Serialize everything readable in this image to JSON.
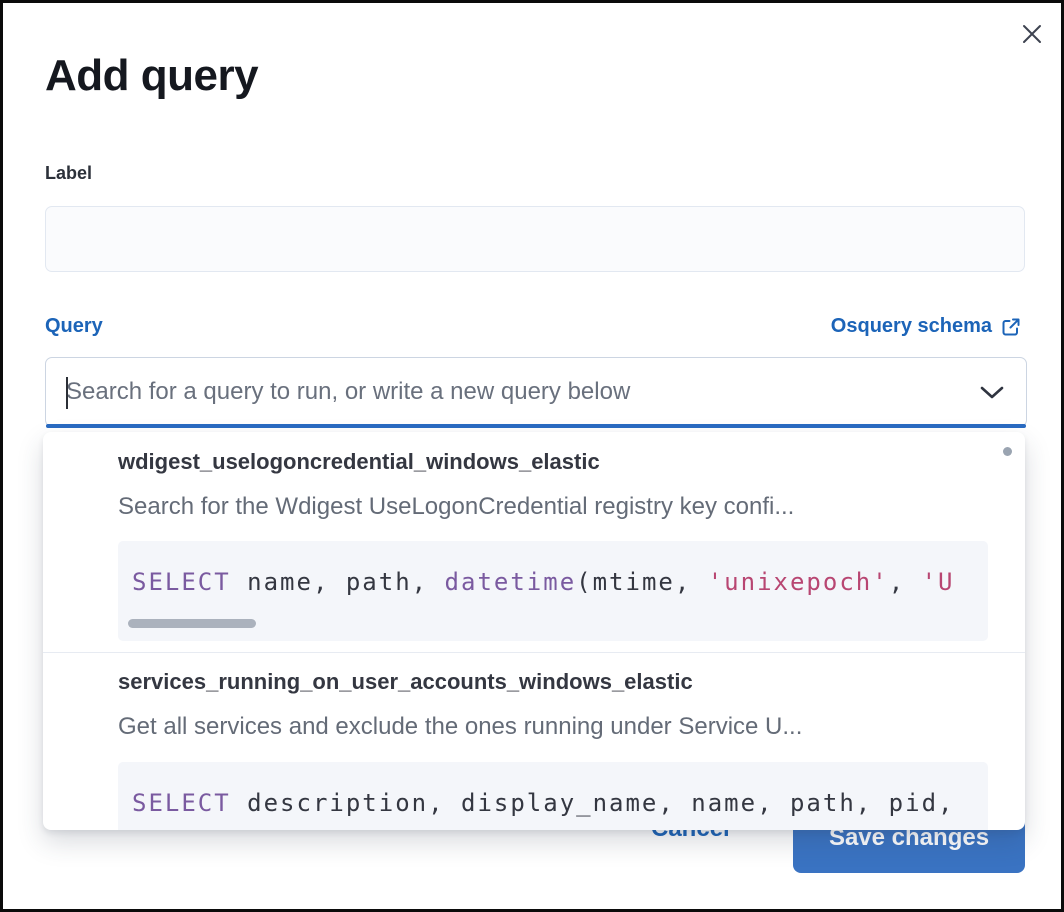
{
  "modal": {
    "title": "Add query"
  },
  "form": {
    "label_field": {
      "label": "Label",
      "value": "",
      "placeholder": ""
    },
    "query_field": {
      "label": "Query",
      "schema_link_label": "Osquery schema",
      "combobox_placeholder": "Search for a query to run, or write a new query below"
    }
  },
  "dropdown": {
    "items": [
      {
        "title": "wdigest_uselogoncredential_windows_elastic",
        "description": "Search for the Wdigest UseLogonCredential registry key confi...",
        "code": [
          {
            "t": "kw",
            "v": "SELECT"
          },
          {
            "t": "txt",
            "v": " name, path, "
          },
          {
            "t": "kw",
            "v": "datetime"
          },
          {
            "t": "txt",
            "v": "(mtime, "
          },
          {
            "t": "str",
            "v": "'unixepoch'"
          },
          {
            "t": "txt",
            "v": ", "
          },
          {
            "t": "str",
            "v": "'U"
          }
        ]
      },
      {
        "title": "services_running_on_user_accounts_windows_elastic",
        "description": "Get all services and exclude the ones running under Service U...",
        "code": [
          {
            "t": "kw",
            "v": "SELECT"
          },
          {
            "t": "txt",
            "v": " description, display_name, name, path, pid,"
          }
        ]
      }
    ]
  },
  "footer": {
    "cancel_label": "Cancel",
    "save_label": "Save changes"
  },
  "icons": {
    "close": "close-icon",
    "external_link": "external-link-icon",
    "chevron_down": "chevron-down-icon"
  },
  "colors": {
    "link_blue": "#1c64b8",
    "save_button_blue": "#3a73c2",
    "focus_underline_blue": "#2a6bc2",
    "code_keyword_purple": "#7a5aa0",
    "code_string_pink": "#b84672",
    "code_background": "#f4f6fa",
    "title_text": "#15181f",
    "body_text": "#343741",
    "muted_text": "#646b77"
  }
}
